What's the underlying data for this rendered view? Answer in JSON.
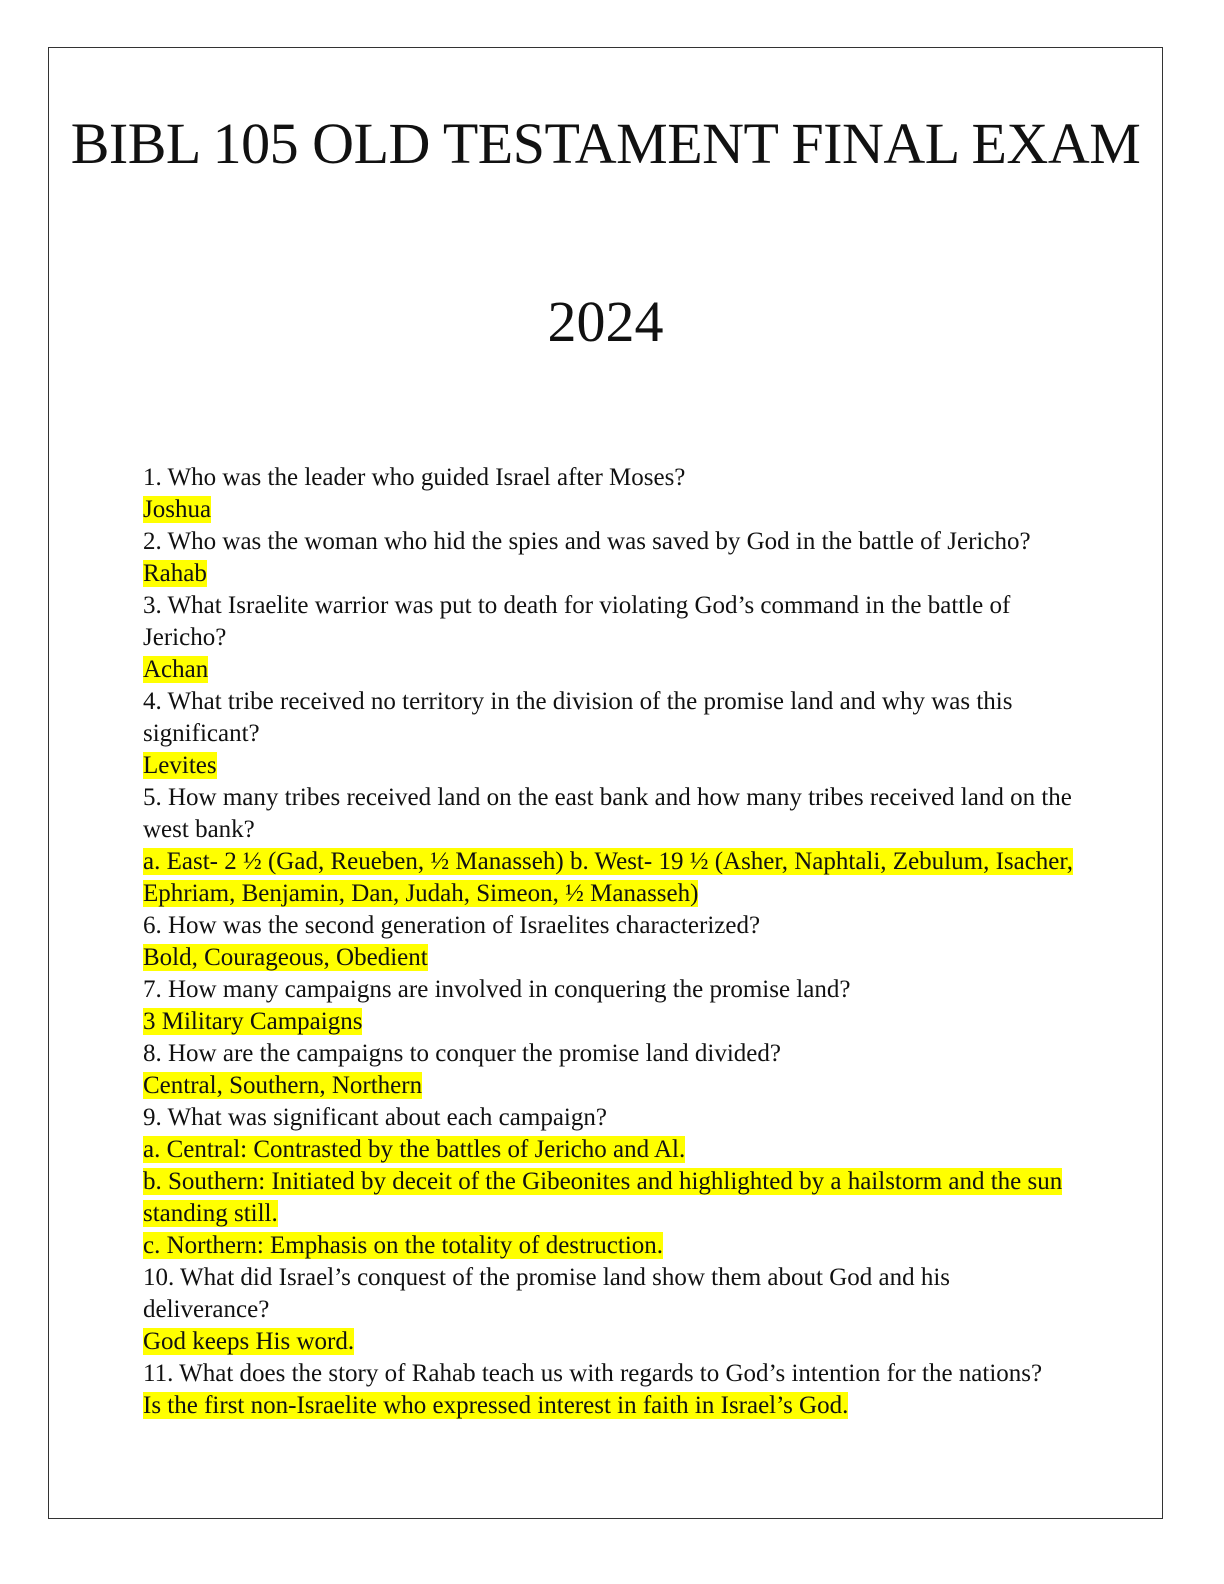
{
  "document": {
    "title": "BIBL 105 OLD TESTAMENT FINAL EXAM",
    "year": "2024"
  },
  "questions": [
    {
      "question": "1. Who was the leader who guided Israel after Moses?",
      "answers": [
        "Joshua"
      ]
    },
    {
      "question": "2. Who was the woman who hid the spies and was saved by God in the battle of Jericho?",
      "answers": [
        "Rahab"
      ]
    },
    {
      "question": "3. What Israelite warrior was put to death for violating God’s command in the battle of Jericho?",
      "answers": [
        "Achan"
      ]
    },
    {
      "question": "4. What tribe received no territory in the division of the promise land and why was this significant?",
      "answers": [
        "Levites"
      ]
    },
    {
      "question": "5. How many tribes received land on the east bank and how many tribes received land on the west bank?",
      "answers": [
        "a. East- 2 ½ (Gad, Reueben, ½ Manasseh) b. West- 19 ½ (Asher, Naphtali, Zebulum, Isacher, Ephriam, Benjamin, Dan, Judah, Simeon, ½ Manasseh)"
      ]
    },
    {
      "question": "6. How was the second generation of Israelites characterized?",
      "answers": [
        "Bold, Courageous, Obedient"
      ]
    },
    {
      "question": "7. How many campaigns are involved in conquering the promise land?",
      "answers": [
        "3 Military Campaigns"
      ]
    },
    {
      "question": "8. How are the campaigns to conquer the promise land divided?",
      "answers": [
        "Central, Southern, Northern"
      ]
    },
    {
      "question": "9. What was significant about each campaign?",
      "answers": [
        "a. Central: Contrasted by the battles of Jericho and Al.",
        "b. Southern: Initiated by deceit of the Gibeonites and highlighted by a hailstorm and the sun standing still.",
        "c. Northern: Emphasis on the totality of destruction."
      ]
    },
    {
      "question": "10. What did Israel’s conquest of the promise land show them about God and his deliverance?",
      "answers": [
        "God keeps His word."
      ]
    },
    {
      "question": "11. What does the story of Rahab teach us with regards to God’s intention for the nations?",
      "answers": [
        "Is the first non-Israelite who expressed interest in faith in Israel’s God."
      ]
    }
  ],
  "colors": {
    "highlight": "#ffff00",
    "text": "#111111",
    "border": "#333333"
  }
}
